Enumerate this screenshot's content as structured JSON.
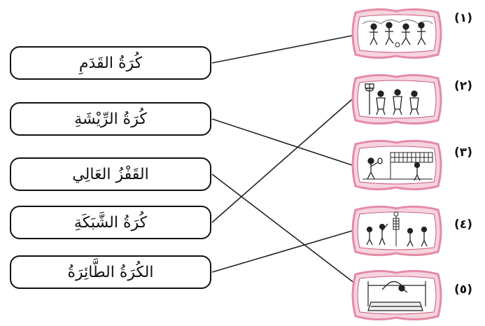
{
  "words": [
    {
      "label": "كُرَةُ القَدَمِ"
    },
    {
      "label": "كُرَةُ الرِّيْشَةِ"
    },
    {
      "label": "القَفْزُ العَالِي"
    },
    {
      "label": "كُرَةُ الشَّبَكَةِ"
    },
    {
      "label": "الكُرَةُ الطَّائِرَةُ"
    }
  ],
  "pictures": [
    {
      "number": "(١)",
      "icon": "football-players-icon"
    },
    {
      "number": "(٢)",
      "icon": "netball-players-icon"
    },
    {
      "number": "(٣)",
      "icon": "badminton-players-icon"
    },
    {
      "number": "(٤)",
      "icon": "volleyball-players-icon"
    },
    {
      "number": "(٥)",
      "icon": "high-jump-icon"
    }
  ],
  "colors": {
    "frame_border": "#e58aa6",
    "frame_inner": "#f6d4de",
    "line": "#222222"
  }
}
